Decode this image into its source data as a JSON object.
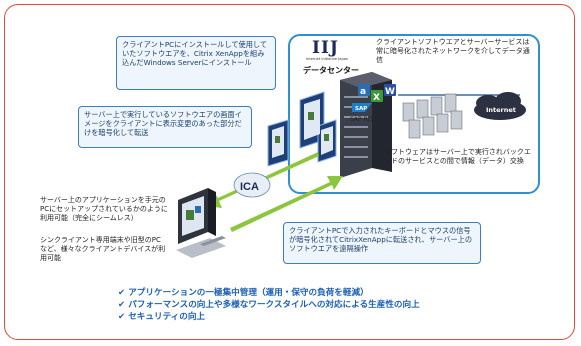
{
  "datacenter": {
    "logo_text": "IIJ",
    "logo_subtitle": "Internet Initiative Japan",
    "label": "データセンター",
    "description": "クライアントソフトウエアとサーバーサービスは常に暗号化されたネットワークを介してデータ通信",
    "sap_label": "SAP R/3",
    "internet_label": "Internet"
  },
  "callouts": {
    "install": "クライアントPCにインストールして使用していたソフトウエアを、Citrix XenAppを組み込んだWindows Serverにインストール",
    "screen": "サーバー上で実行しているソフトウエアの画面イメージをクライアントに表示変更のあった部分だけを暗号化して転送",
    "input": "クライアントPCで入力されたキーボードとマウスの信号が暗号化されてCitrixXenAppに転送され、サーバー上のソフトウエアを遠隔操作"
  },
  "texts": {
    "server_exec": "ソフトウェアはサーバー上で実行されバックエンドのサービスとの間で情報（データ）交換",
    "client_apps": "サーバー上のアプリケーションを手元のPCにセットアップされているかのように利用可能（完全にシームレス）",
    "thin_client": "シンクライアント専用端末や旧型のPCなど、様々なクライアントデバイスが利用可能",
    "ica_label": "ICA"
  },
  "benefits": [
    "アプリケーションの一極集中管理（運用・保守の負荷を軽減）",
    "パフォーマンスの向上や多様なワークスタイルへの対応による生産性の向上",
    "セキュリティの向上"
  ],
  "colors": {
    "frame": "#e8463c",
    "datacenter_border": "#2f8fcf",
    "arrow_green": "#8cc63f",
    "benefit_text": "#1b5fb5"
  }
}
